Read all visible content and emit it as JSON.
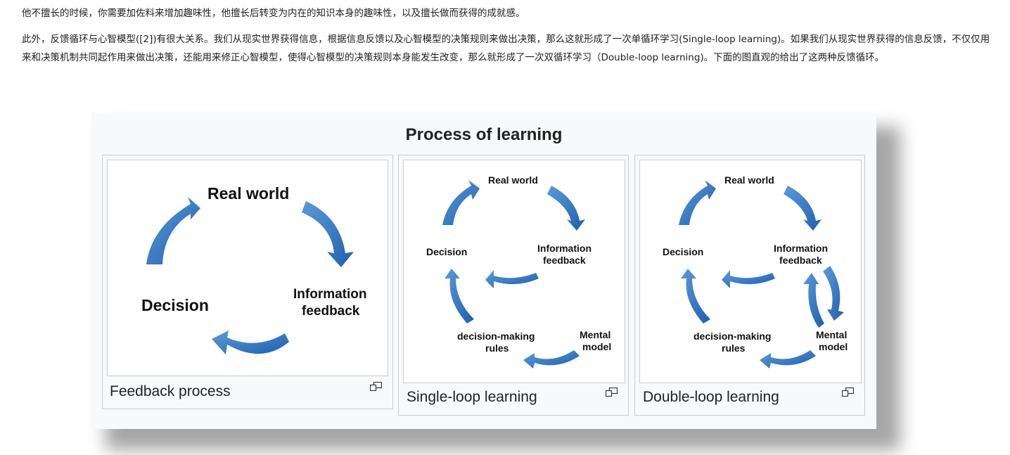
{
  "paragraphs": [
    "他不擅长的时候，你需要加佐料来增加趣味性，他擅长后转变为内在的知识本身的趣味性，以及擅长做而获得的成就感。",
    "此外，反馈循环与心智模型([2])有很大关系。我们从现实世界获得信息，根据信息反馈以及心智模型的决策规则来做出决策，那么这就形成了一次单循环学习(Single-loop learning)。如果我们从现实世界获得的信息反馈，不仅仅用来和决策机制共同起作用来做出决策，还能用来修正心智模型，使得心智模型的决策规则本身能发生改变，那么就形成了一次双循环学习（Double-loop learning)。下面的图直观的给出了这两种反馈循环。"
  ],
  "figure": {
    "title": "Process of learning",
    "panels": [
      {
        "caption": "Feedback process",
        "labels": {
          "real_world": "Real world",
          "decision": "Decision",
          "info1": "Information",
          "info2": "feedback"
        }
      },
      {
        "caption": "Single-loop learning",
        "labels": {
          "real_world": "Real world",
          "decision": "Decision",
          "info1": "Information",
          "info2": "feedback",
          "rules1": "decision-making",
          "rules2": "rules",
          "model1": "Mental",
          "model2": "model"
        }
      },
      {
        "caption": "Double-loop learning",
        "labels": {
          "real_world": "Real world",
          "decision": "Decision",
          "info1": "Information",
          "info2": "feedback",
          "rules1": "decision-making",
          "rules2": "rules",
          "model1": "Mental",
          "model2": "model"
        }
      }
    ]
  },
  "icons": {
    "enlarge": "enlarge-icon"
  },
  "colors": {
    "arrow_dark": "#1f5fae",
    "arrow_light": "#5b9bd8",
    "border": "#c8ccd1"
  }
}
